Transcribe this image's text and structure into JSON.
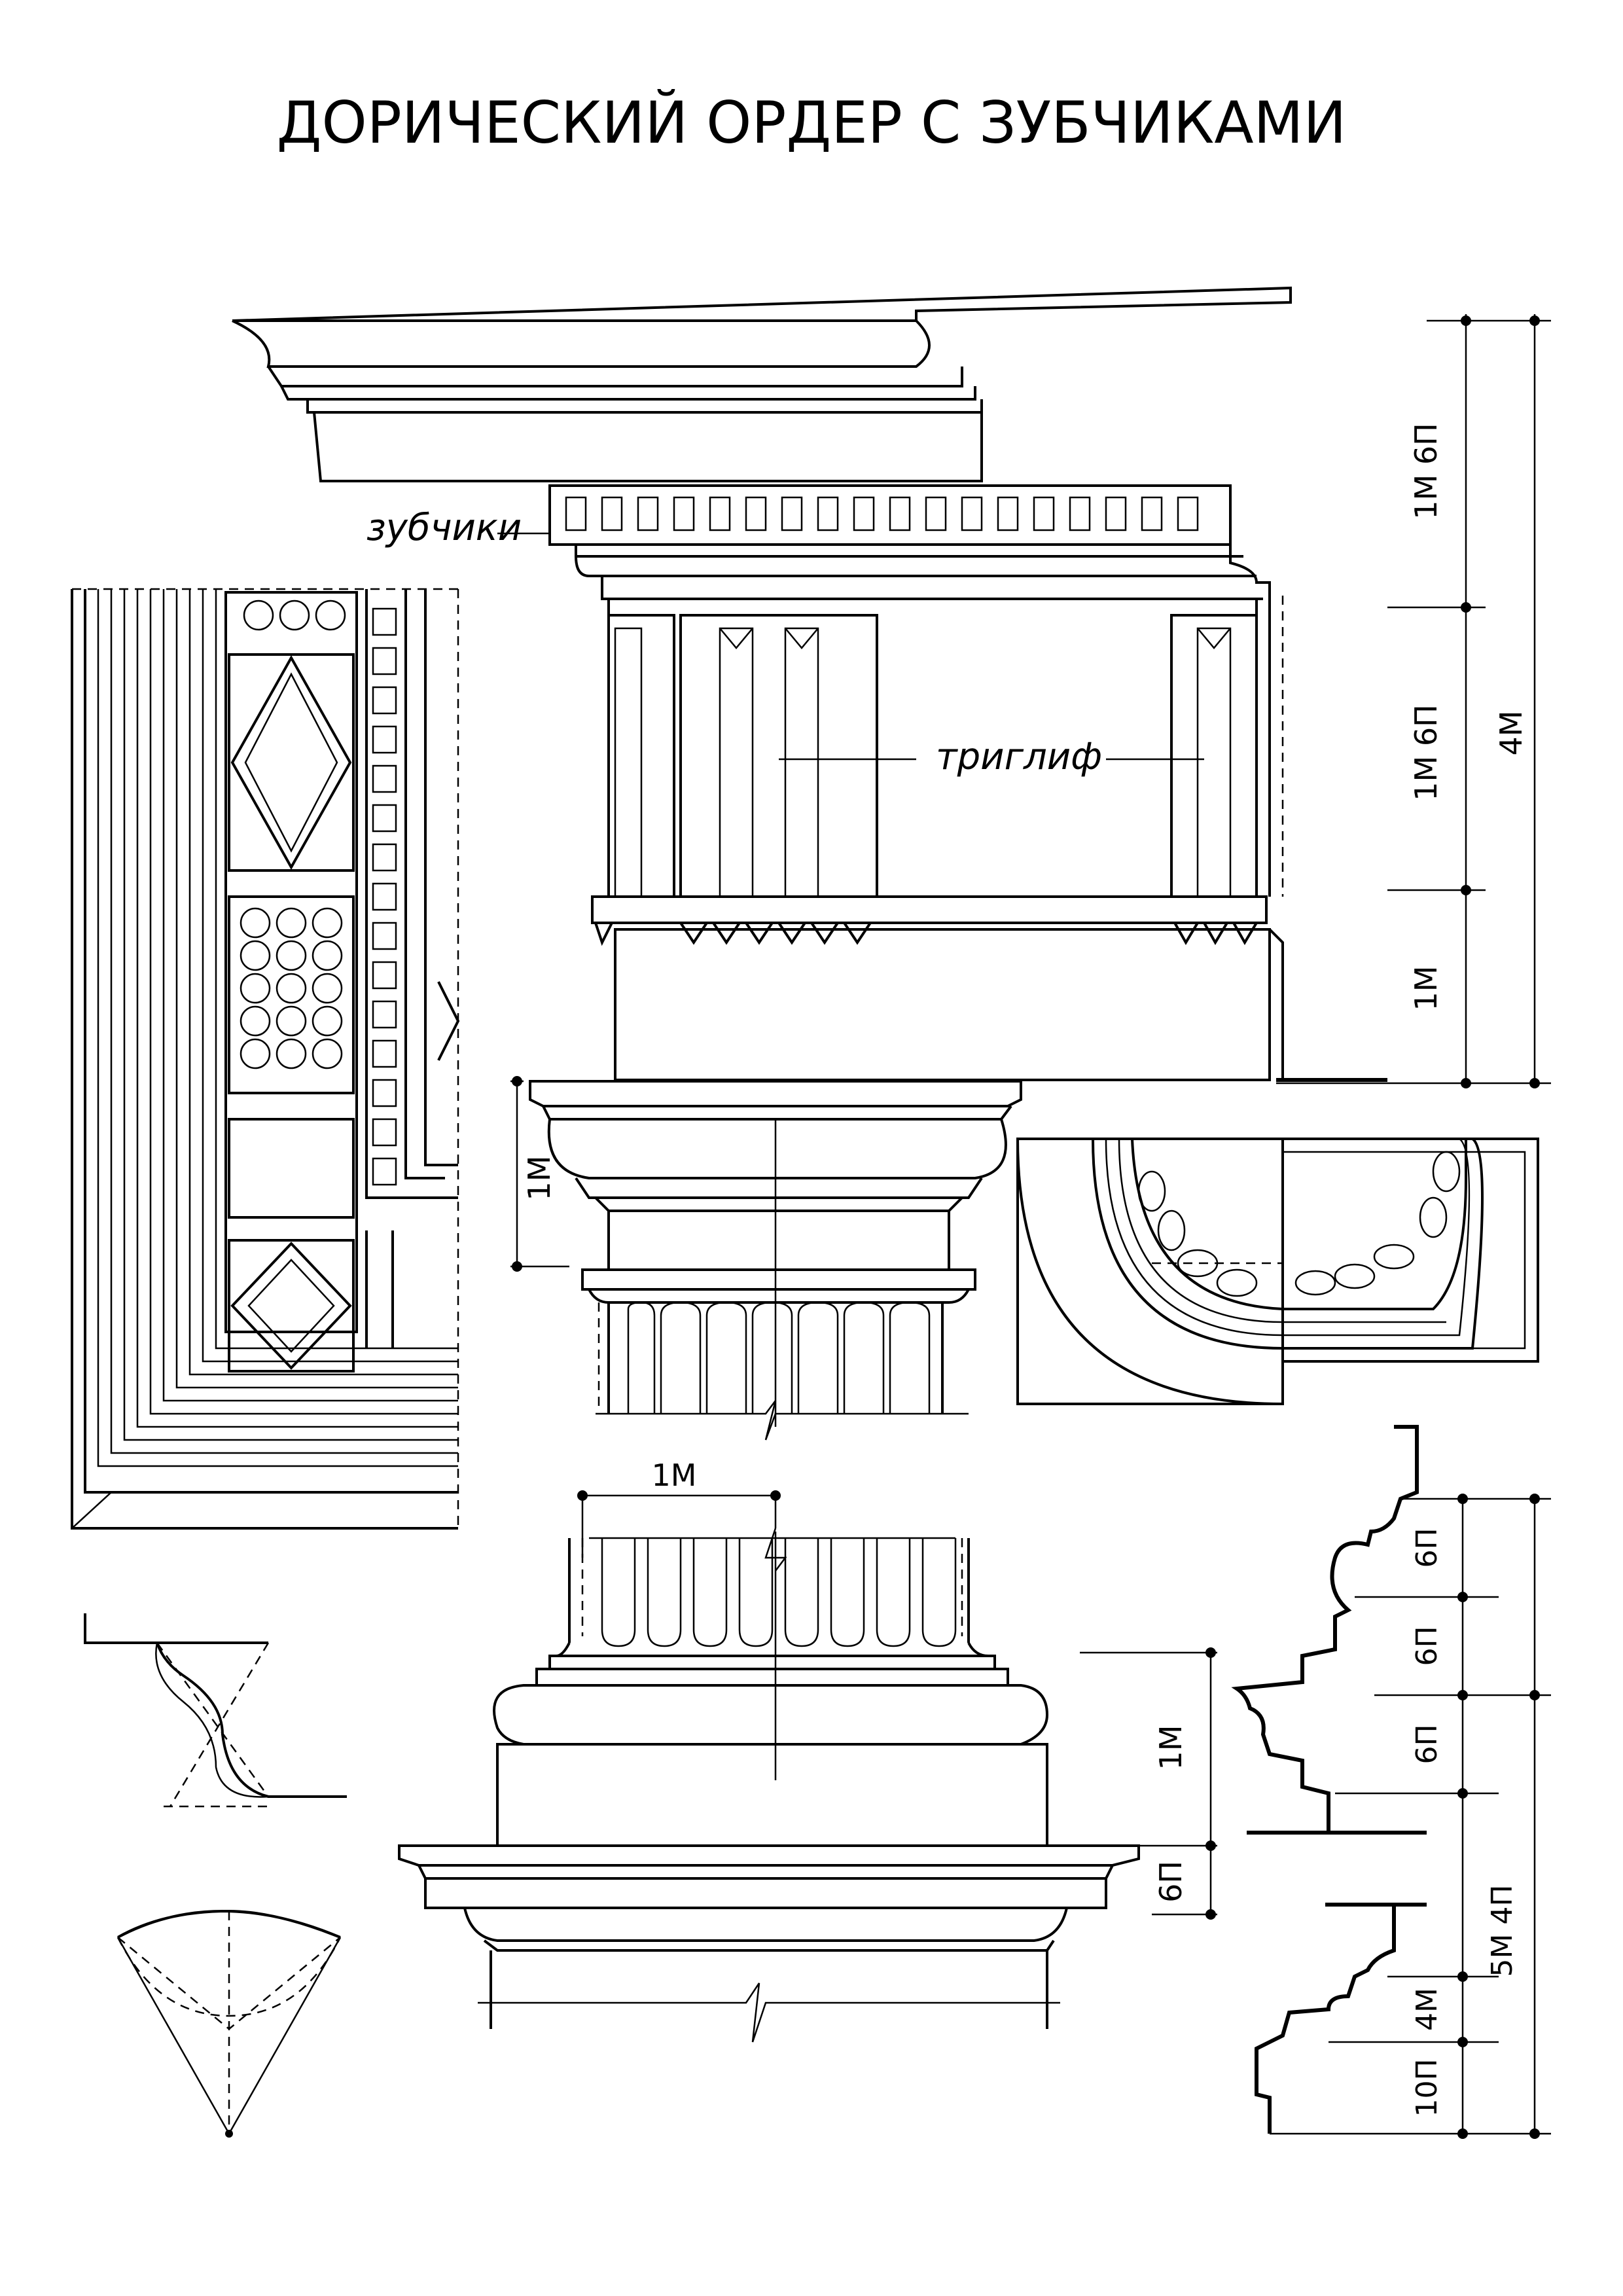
{
  "sheet": {
    "title": "ДОРИЧЕСКИЙ ОРДЕР С ЗУБЧИКАМИ"
  },
  "entablature": {
    "label_dentils": "зубчики",
    "label_triglyph": "триглиф",
    "scale": {
      "seg1": "1М 6П",
      "seg2": "1М 6П",
      "seg3": "1М",
      "total": "4М"
    }
  },
  "capital": {
    "dim_height": "1М"
  },
  "base": {
    "dim_top": "1М",
    "dim_right_upper": "1М",
    "dim_right_lower": "6П"
  },
  "pedestal_profile": {
    "seg1": "6П",
    "seg2": "6П",
    "seg3": "6П",
    "seg4": "4М",
    "seg5": "10П",
    "total": "5М 4П"
  }
}
